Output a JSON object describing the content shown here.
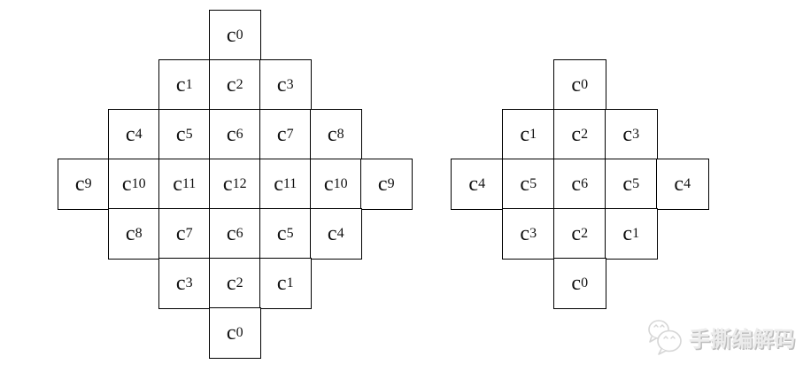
{
  "page": {
    "background": "#ffffff"
  },
  "diagram": {
    "description_icon": "filter-shape-diamonds",
    "cell_border_color": "#000000",
    "cell_text_color": "#111111",
    "label_base": "c",
    "diamonds": {
      "left_diamond": {
        "rows": [
          [
            0
          ],
          [
            1,
            2,
            3
          ],
          [
            4,
            5,
            6,
            7,
            8
          ],
          [
            9,
            10,
            11,
            12,
            11,
            10,
            9
          ],
          [
            8,
            7,
            6,
            5,
            4
          ],
          [
            3,
            2,
            1
          ],
          [
            0
          ]
        ]
      },
      "right_diamond": {
        "rows": [
          [
            0
          ],
          [
            1,
            2,
            3
          ],
          [
            4,
            5,
            6,
            5,
            4
          ],
          [
            3,
            2,
            1
          ],
          [
            0
          ]
        ]
      }
    }
  },
  "watermark": {
    "text": "手撕编解码",
    "icon": "wechat-chat-bubbles-icon",
    "text_color": "#ececec",
    "shadow_color": "#bdbdbd",
    "icon_stroke_color": "#d6d6d6"
  }
}
